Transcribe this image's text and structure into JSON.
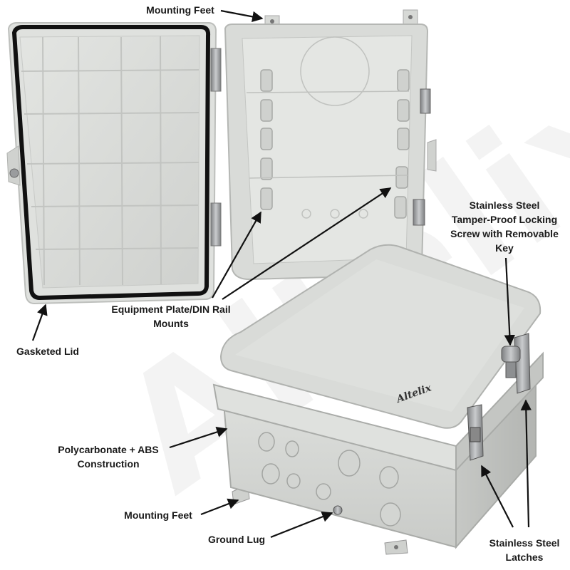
{
  "watermark": {
    "text": "Altelix"
  },
  "product": {
    "brand_mark": "Altelix"
  },
  "callouts": {
    "mounting_feet_top": "Mounting Feet",
    "equipment_plate": [
      "Equipment Plate/DIN Rail",
      "Mounts"
    ],
    "gasketed_lid": "Gasketed Lid",
    "locking_screw": [
      "Stainless Steel",
      "Tamper-Proof Locking",
      "Screw with Removable",
      "Key"
    ],
    "polycarbonate": [
      "Polycarbonate + ABS",
      "Construction"
    ],
    "mounting_feet_bottom": "Mounting Feet",
    "ground_lug": "Ground Lug",
    "latches": [
      "Stainless Steel",
      "Latches"
    ]
  },
  "colors": {
    "enclosure": "#d9dbd8",
    "enclosure_shadow": "#b9bcb8",
    "gasket": "#111111",
    "steel": "#9a9c9e",
    "label_text": "#1a1a1a"
  }
}
